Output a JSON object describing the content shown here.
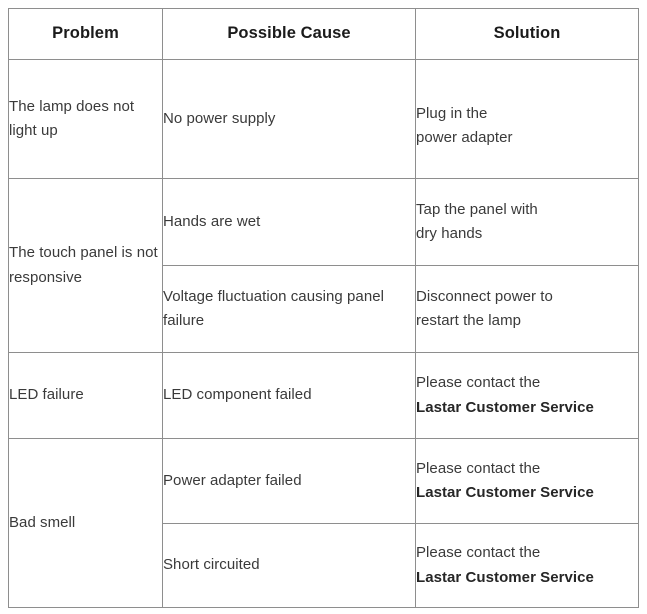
{
  "document": {
    "type": "troubleshooting-table",
    "background_color": "#ffffff",
    "border_color": "#8e8e8e",
    "header_text_color": "#1b1b1b",
    "body_text_color": "#3a3a3a"
  },
  "table": {
    "headers": {
      "problem": "Problem",
      "cause": "Possible Cause",
      "solution": "Solution"
    },
    "rows": [
      {
        "problem": "The lamp does not light up",
        "entries": [
          {
            "cause": "No power supply",
            "solution_line1": "Plug in the",
            "solution_line2": "power adapter",
            "solution_line2_strong": false
          }
        ]
      },
      {
        "problem": "The touch panel is not responsive",
        "entries": [
          {
            "cause": "Hands are wet",
            "solution_line1": "Tap the panel with",
            "solution_line2": "dry hands",
            "solution_line2_strong": false
          },
          {
            "cause": "Voltage fluctuation causing panel failure",
            "solution_line1": "Disconnect power to",
            "solution_line2": "restart the lamp",
            "solution_line2_strong": false
          }
        ]
      },
      {
        "problem": "LED failure",
        "entries": [
          {
            "cause": "LED component failed",
            "solution_line1": "Please contact the",
            "solution_line2": "Lastar Customer Service",
            "solution_line2_strong": true
          }
        ]
      },
      {
        "problem": "Bad smell",
        "entries": [
          {
            "cause": "Power adapter failed",
            "solution_line1": "Please contact the",
            "solution_line2": "Lastar Customer Service",
            "solution_line2_strong": true
          },
          {
            "cause": "Short circuited",
            "solution_line1": "Please contact the",
            "solution_line2": "Lastar Customer Service",
            "solution_line2_strong": true
          }
        ]
      }
    ]
  }
}
